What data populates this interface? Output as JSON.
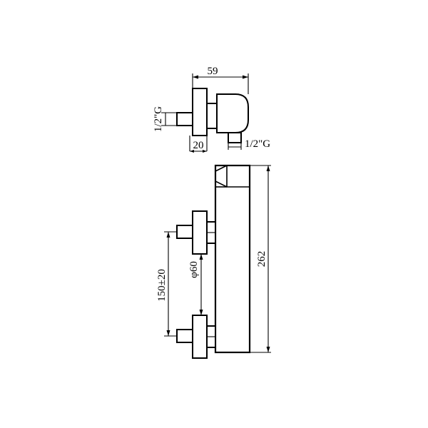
{
  "diagram": {
    "top_view": {
      "width_dim": "59",
      "depth_dim": "20",
      "inlet_thread_left": "1/2\"G",
      "outlet_thread_bottom": "1/2\"G"
    },
    "front_view": {
      "inlet_spacing_dim": "150±20",
      "flange_diameter_dim": "φ60",
      "height_dim": "262"
    }
  }
}
